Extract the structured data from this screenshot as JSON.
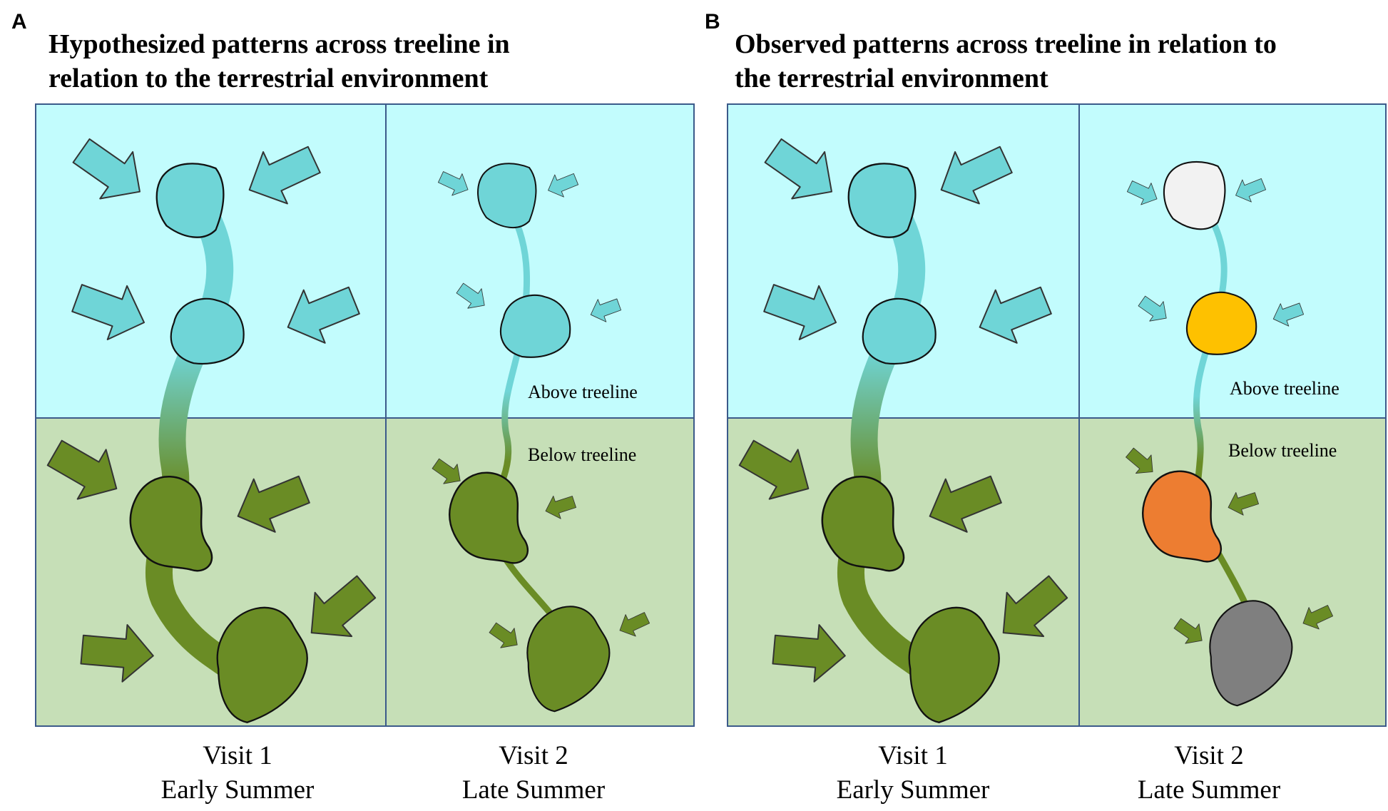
{
  "panels": [
    {
      "letter": "A",
      "title_line1": "Hypothesized patterns across treeline in",
      "title_line2": "relation to the terrestrial environment",
      "above_label": "Above treeline",
      "below_label": "Below treeline",
      "visit1_line1": "Visit 1",
      "visit1_line2": "Early Summer",
      "visit2_line1": "Visit 2",
      "visit2_line2": "Late Summer"
    },
    {
      "letter": "B",
      "title_line1": "Observed patterns across treeline in relation to",
      "title_line2": "the terrestrial environment",
      "above_label": "Above treeline",
      "below_label": "Below treeline",
      "visit1_line1": "Visit 1",
      "visit1_line2": "Early Summer",
      "visit2_line1": "Visit 2",
      "visit2_line2": "Late Summer"
    }
  ],
  "colors": {
    "above_zone": "#c2fcfd",
    "below_zone": "#c6dfb7",
    "above_lake": "#6fd5d7",
    "below_lake": "#6a8c25",
    "observed_lake_1": "#f2f2f2",
    "observed_lake_2": "#fec100",
    "observed_lake_3": "#ed7d31",
    "observed_lake_4": "#7f7f7f"
  },
  "icons": [
    "arrow-icon",
    "lake-icon",
    "stream-icon"
  ]
}
